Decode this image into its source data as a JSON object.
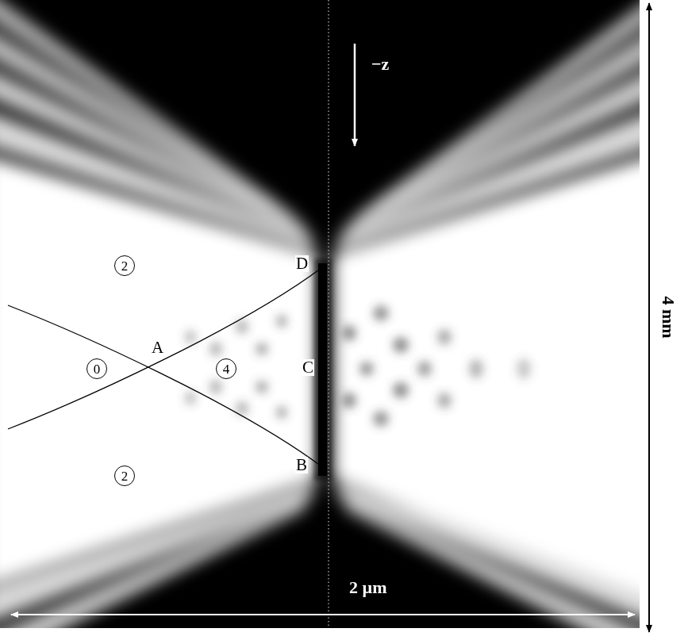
{
  "diagram": {
    "nodes": [
      {
        "text": [
          "2"
        ]
      },
      {
        "text": [
          "0"
        ]
      },
      {
        "text": [
          "4"
        ]
      },
      {
        "text": [
          "2"
        ]
      }
    ],
    "labels": [
      "−z",
      "D",
      "A",
      "C",
      "B",
      "2 µm",
      "4 mm"
    ]
  }
}
